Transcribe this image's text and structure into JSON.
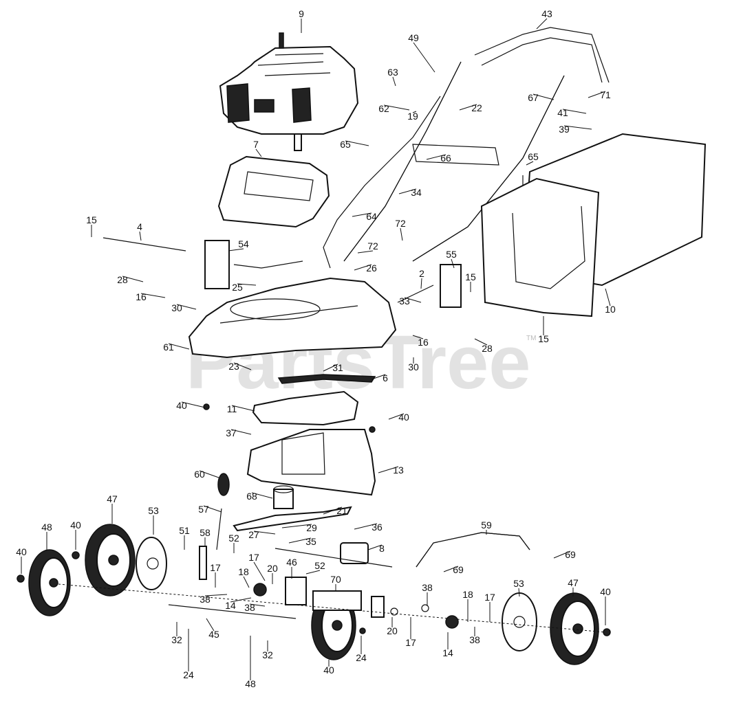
{
  "watermark": "PartsTree",
  "trademark": "TM",
  "callouts": [
    "9",
    "49",
    "43",
    "63",
    "22",
    "62",
    "19",
    "71",
    "67",
    "41",
    "39",
    "65",
    "7",
    "66",
    "65",
    "34",
    "10",
    "64",
    "15",
    "4",
    "72",
    "72",
    "54",
    "55",
    "26",
    "28",
    "25",
    "2",
    "15",
    "16",
    "30",
    "33",
    "28",
    "15",
    "61",
    "16",
    "23",
    "31",
    "30",
    "6",
    "40",
    "11",
    "40",
    "37",
    "13",
    "60",
    "68",
    "21",
    "57",
    "47",
    "53",
    "36",
    "48",
    "40",
    "51",
    "58",
    "52",
    "29",
    "27",
    "59",
    "35",
    "8",
    "40",
    "17",
    "52",
    "69",
    "69",
    "46",
    "18",
    "20",
    "17",
    "70",
    "38",
    "53",
    "47",
    "40",
    "14",
    "38",
    "18",
    "17",
    "20",
    "38",
    "32",
    "45",
    "17",
    "38",
    "24",
    "32",
    "14",
    "48",
    "40",
    "24"
  ]
}
